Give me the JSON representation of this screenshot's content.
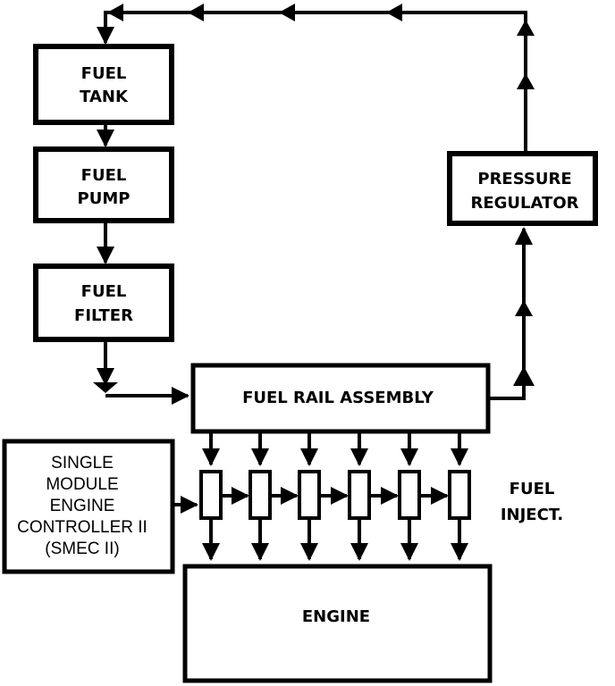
{
  "blocks": {
    "fuel_tank": [
      "FUEL",
      "TANK"
    ],
    "fuel_pump": [
      "FUEL",
      "PUMP"
    ],
    "fuel_filter": [
      "FUEL",
      "FILTER"
    ],
    "pressure_regulator": [
      "PRESSURE",
      "REGULATOR"
    ],
    "fuel_rail": "FUEL RAIL ASSEMBLY",
    "engine": "ENGINE",
    "smec": [
      "SINGLE",
      "MODULE",
      "ENGINE",
      "CONTROLLER II",
      "(SMEC II)"
    ]
  },
  "injectors_label": [
    "FUEL",
    "INJECT."
  ],
  "injector_count": 6
}
